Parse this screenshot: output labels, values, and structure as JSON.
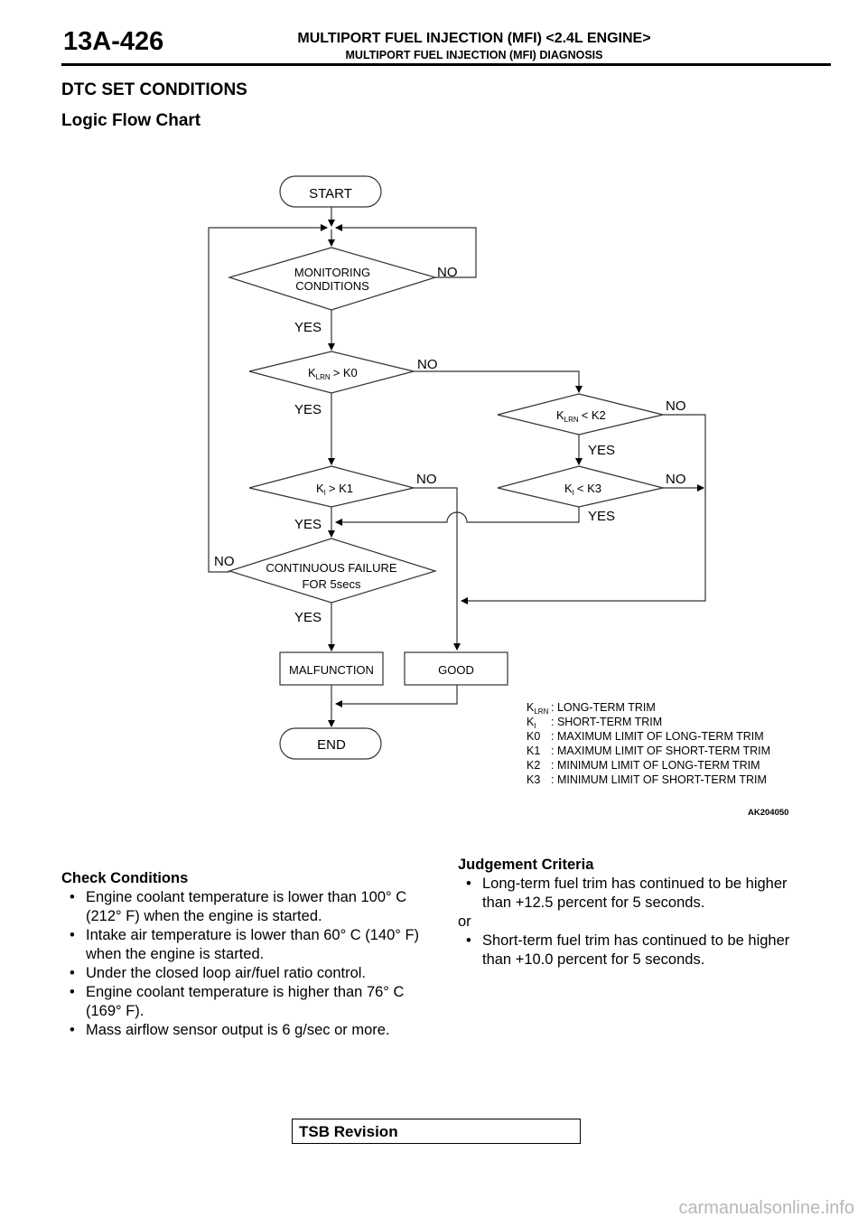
{
  "header": {
    "page_number": "13A-426",
    "title": "MULTIPORT FUEL INJECTION (MFI) <2.4L ENGINE>",
    "subtitle": "MULTIPORT FUEL INJECTION (MFI) DIAGNOSIS"
  },
  "section_title": "DTC SET CONDITIONS",
  "subsection_title": "Logic Flow Chart",
  "flowchart": {
    "start": "START",
    "monitoring_line1": "MONITORING",
    "monitoring_line2": "CONDITIONS",
    "k_lrn_gt_k0": "> K0",
    "k_lrn_lt_k2": "< K2",
    "k_i_gt_k1": "> K1",
    "k_i_lt_k3": "< K3",
    "k_main": "K",
    "sub_lrn": "LRN",
    "sub_i": "I",
    "continuous_line1": "CONTINUOUS FAILURE",
    "continuous_line2": "FOR 5secs",
    "malfunction": "MALFUNCTION",
    "good": "GOOD",
    "end": "END",
    "yes": "YES",
    "no": "NO",
    "figure_id": "AK204050"
  },
  "legend": [
    {
      "sym": "K",
      "sub": "LRN",
      "desc": ": LONG-TERM TRIM"
    },
    {
      "sym": "K",
      "sub": "I",
      "desc": ": SHORT-TERM TRIM"
    },
    {
      "sym": "K0",
      "sub": "",
      "desc": ": MAXIMUM LIMIT OF LONG-TERM TRIM"
    },
    {
      "sym": "K1",
      "sub": "",
      "desc": ": MAXIMUM LIMIT OF SHORT-TERM TRIM"
    },
    {
      "sym": "K2",
      "sub": "",
      "desc": ": MINIMUM LIMIT OF LONG-TERM TRIM"
    },
    {
      "sym": "K3",
      "sub": "",
      "desc": ": MINIMUM LIMIT OF SHORT-TERM TRIM"
    }
  ],
  "check_conditions": {
    "title": "Check Conditions",
    "items": [
      "Engine coolant temperature is lower than 100° C (212° F) when the engine is started.",
      "Intake air temperature is lower than 60° C (140° F) when the engine is started.",
      "Under the closed loop air/fuel ratio control.",
      "Engine coolant temperature is higher than 76° C (169° F).",
      "Mass airflow sensor output is 6 g/sec or more."
    ]
  },
  "judgement_criteria": {
    "title": "Judgement Criteria",
    "item1": "Long-term fuel trim has continued to be higher than +12.5 percent for 5 seconds.",
    "or": "or",
    "item2": "Short-term fuel trim has continued to be higher than +10.0 percent for 5 seconds."
  },
  "bullet": "•",
  "footer": {
    "tsb": "TSB Revision"
  },
  "watermark": "carmanualsonline.info"
}
